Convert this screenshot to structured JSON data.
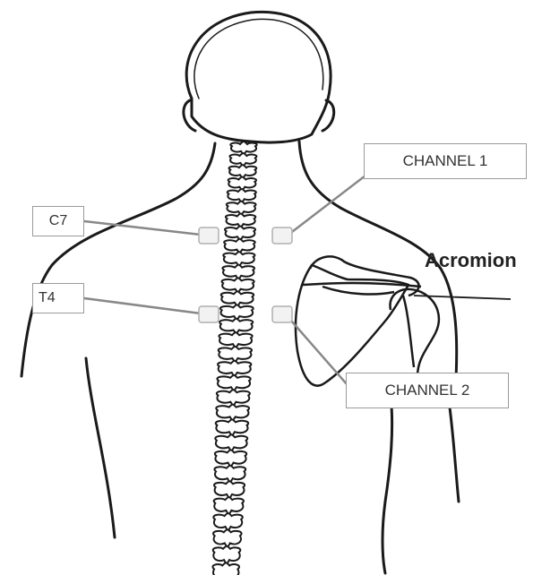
{
  "labels": {
    "c7": "C7",
    "t4": "T4",
    "channel1": "CHANNEL 1",
    "channel2": "CHANNEL 2",
    "acromion": "Acromion"
  },
  "colors": {
    "outline": "#1a1a1a",
    "callout_border": "#9a9a9a",
    "leader_line": "#888888",
    "electrode_fill": "#f2f2f2"
  }
}
